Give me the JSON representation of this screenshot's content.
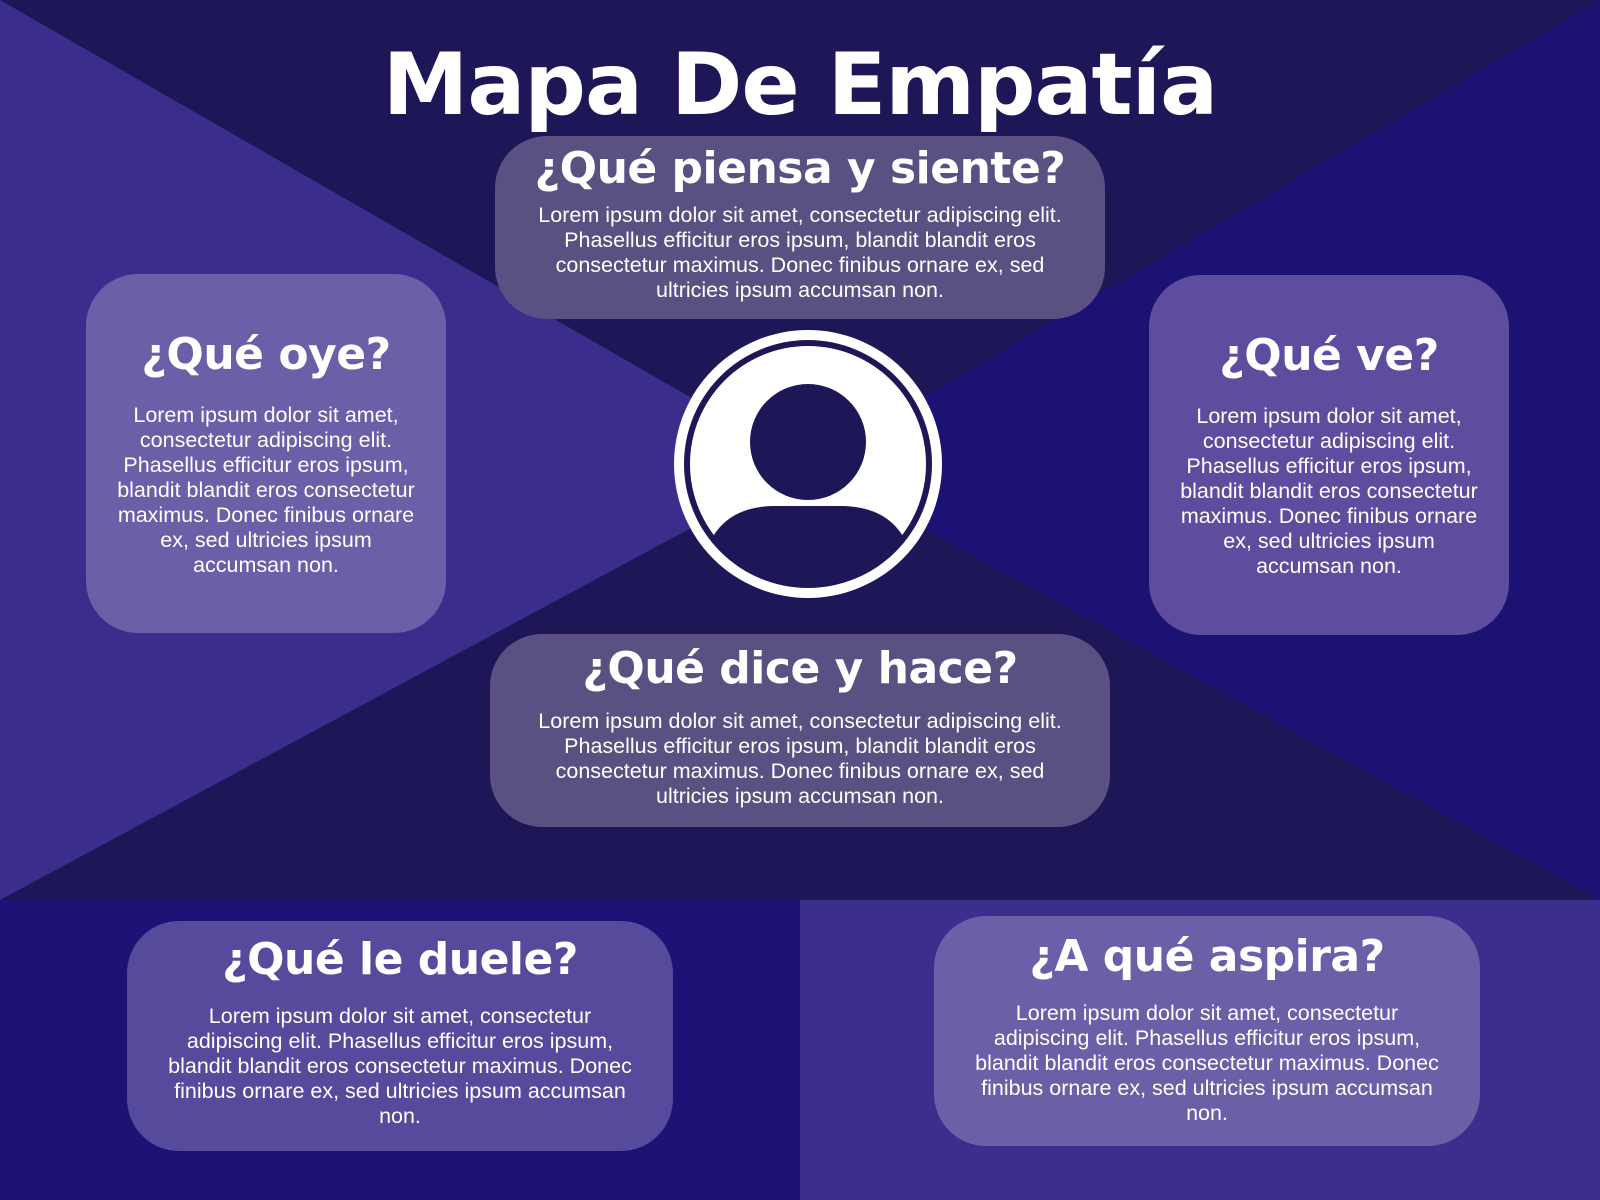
{
  "title": "Mapa De Empatía",
  "colors": {
    "background": "#1e1757",
    "left_wedge": "#3a2d8c",
    "right_wedge": "#1c1274",
    "bottom_left_panel": "#1d1275",
    "bottom_right_panel": "#3c2e8c",
    "card_top_bottom": "#5a5082",
    "card_left": "#6c5fa8",
    "card_right": "#5e4d9e",
    "text": "#ffffff"
  },
  "center_icon": "user-avatar-icon",
  "cards": {
    "thinks_feels": {
      "heading": "¿Qué piensa y siente?",
      "body": "Lorem ipsum dolor sit amet, consectetur adipiscing elit. Phasellus efficitur eros ipsum, blandit blandit eros consectetur maximus. Donec finibus ornare ex, sed ultricies ipsum accumsan non."
    },
    "hears": {
      "heading": "¿Qué oye?",
      "body": "Lorem ipsum dolor sit amet, consectetur adipiscing elit. Phasellus efficitur eros ipsum, blandit blandit eros consectetur maximus. Donec finibus ornare ex, sed ultricies ipsum accumsan non."
    },
    "sees": {
      "heading": "¿Qué ve?",
      "body": "Lorem ipsum dolor sit amet, consectetur adipiscing elit. Phasellus efficitur eros ipsum, blandit blandit eros consectetur maximus. Donec finibus ornare ex, sed ultricies ipsum accumsan non."
    },
    "says_does": {
      "heading": "¿Qué dice y hace?",
      "body": "Lorem ipsum dolor sit amet, consectetur adipiscing elit. Phasellus efficitur eros ipsum, blandit blandit eros consectetur maximus. Donec finibus ornare ex, sed ultricies ipsum accumsan non."
    },
    "pains": {
      "heading": "¿Qué le duele?",
      "body": "Lorem ipsum dolor sit amet, consectetur adipiscing elit. Phasellus efficitur eros ipsum, blandit blandit eros consectetur maximus. Donec finibus ornare ex, sed ultricies ipsum accumsan non."
    },
    "aspires": {
      "heading": "¿A qué aspira?",
      "body": "Lorem ipsum dolor sit amet, consectetur adipiscing elit. Phasellus efficitur eros ipsum, blandit blandit eros consectetur maximus. Donec finibus ornare ex, sed ultricies ipsum accumsan non."
    }
  }
}
